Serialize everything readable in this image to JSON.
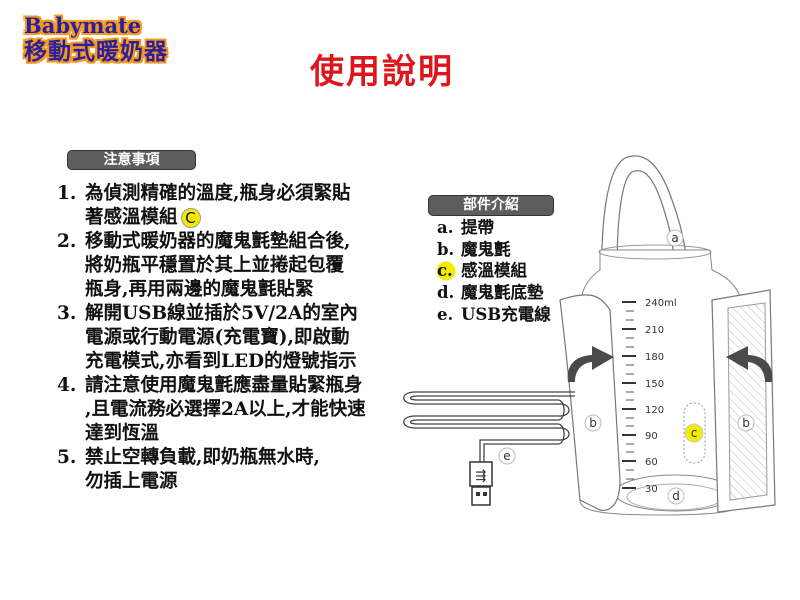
{
  "logo": {
    "brand": "Babymate",
    "product": "移動式暖奶器"
  },
  "title": "使用說明",
  "notes": {
    "heading": "注意事項",
    "items": [
      {
        "num": "1.",
        "lines": [
          "為偵測精確的溫度,瓶身必須緊貼",
          "著感溫模組"
        ],
        "marker": "C"
      },
      {
        "num": "2.",
        "lines": [
          "移動式暖奶器的魔鬼氈墊組合後,",
          "將奶瓶平穩置於其上並捲起包覆",
          "瓶身,再用兩邊的魔鬼氈貼緊"
        ]
      },
      {
        "num": "3.",
        "lines": [
          "解開USB線並插於5V/2A的室內",
          "電源或行動電源(充電寶),即啟動",
          "充電模式,亦看到LED的燈號指示"
        ]
      },
      {
        "num": "4.",
        "lines": [
          "請注意使用魔鬼氈應盡量貼緊瓶身",
          ",且電流務必選擇2A以上,才能快速",
          "達到恆溫"
        ]
      },
      {
        "num": "5.",
        "lines": [
          "禁止空轉負載,即奶瓶無水時,",
          "勿插上電源"
        ]
      }
    ]
  },
  "parts": {
    "heading": "部件介紹",
    "items": [
      {
        "key": "a.",
        "label": "提帶"
      },
      {
        "key": "b.",
        "label": "魔鬼氈"
      },
      {
        "key": "c.",
        "label": "感溫模組"
      },
      {
        "key": "d.",
        "label": "魔鬼氈底墊"
      },
      {
        "key": "e.",
        "label": "USB充電線"
      }
    ]
  },
  "diagram": {
    "scale": [
      "240ml",
      "210",
      "180",
      "150",
      "120",
      "90",
      "60",
      "30"
    ],
    "callouts": {
      "a": "a",
      "b": "b",
      "c": "c",
      "d": "d",
      "e": "e"
    },
    "highlight_color": "#f4ea00"
  }
}
